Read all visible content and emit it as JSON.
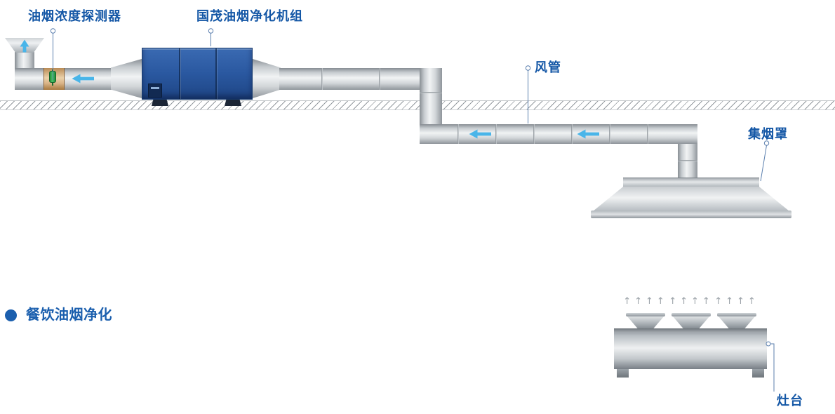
{
  "diagram": {
    "title": "餐饮油烟净化",
    "labels": {
      "detector": "油烟浓度探测器",
      "purifier_unit": "国茂油烟净化机组",
      "air_duct": "风管",
      "smoke_hood": "集烟罩",
      "stove": "灶台"
    },
    "icons": {
      "flow_arrow_left": "left-arrow",
      "exhaust_arrow_up": "up-arrow",
      "steam_arrows": "↑↑↑↑",
      "leader_dot": "circle-marker",
      "legend_bullet": "filled-circle"
    },
    "colors": {
      "label_text": "#1457a6",
      "title_text": "#1b5fae",
      "flow_arrow": "#49b5e9",
      "purifier_body": "#2a58a0",
      "detector_band": "#d9b488",
      "sensor_green": "#2f9e44",
      "duct_metal_light": "#f1f3f4",
      "duct_metal_dark": "#8f959b",
      "leader_line": "#5b7fae"
    }
  }
}
